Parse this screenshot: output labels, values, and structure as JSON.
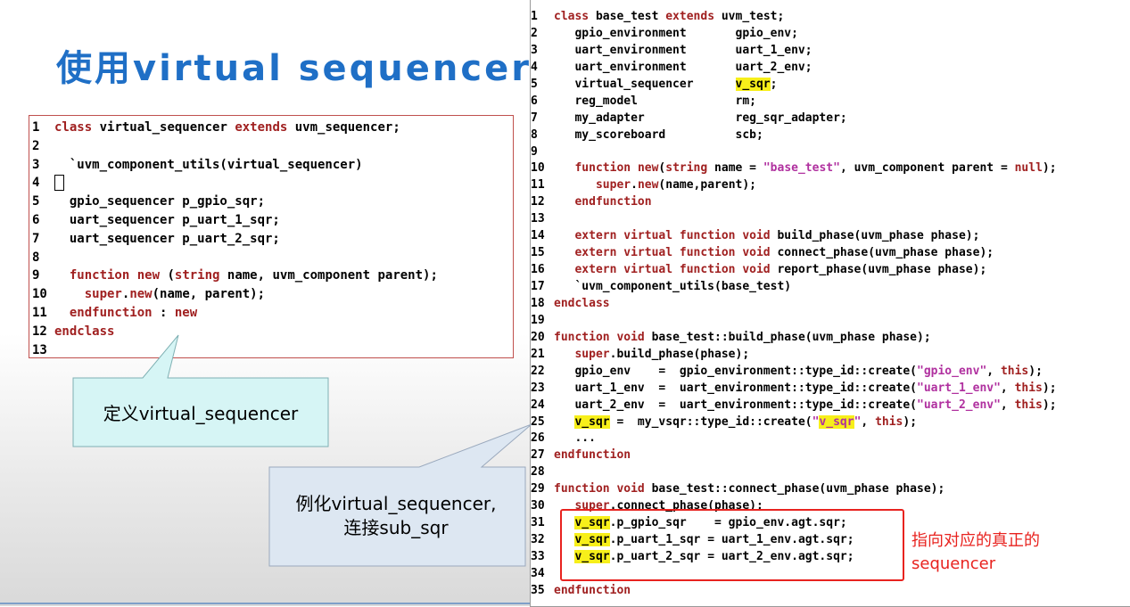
{
  "slide": {
    "title": "使用virtual sequencer"
  },
  "left_code": {
    "lines": [
      {
        "n": "1",
        "parts": [
          {
            "t": "class",
            "c": "kw"
          },
          {
            "t": " virtual_sequencer "
          },
          {
            "t": "extends",
            "c": "kw"
          },
          {
            "t": " uvm_sequencer;"
          }
        ]
      },
      {
        "n": "2",
        "parts": []
      },
      {
        "n": "3",
        "parts": [
          {
            "t": "  `uvm_component_utils(virtual_sequencer)"
          }
        ]
      },
      {
        "n": "4",
        "parts": [
          {
            "t": "",
            "c": "cursor"
          }
        ]
      },
      {
        "n": "5",
        "parts": [
          {
            "t": "  gpio_sequencer p_gpio_sqr;"
          }
        ]
      },
      {
        "n": "6",
        "parts": [
          {
            "t": "  uart_sequencer p_uart_1_sqr;"
          }
        ]
      },
      {
        "n": "7",
        "parts": [
          {
            "t": "  uart_sequencer p_uart_2_sqr;"
          }
        ]
      },
      {
        "n": "8",
        "parts": []
      },
      {
        "n": "9",
        "parts": [
          {
            "t": "  "
          },
          {
            "t": "function",
            "c": "kw"
          },
          {
            "t": " "
          },
          {
            "t": "new",
            "c": "kw"
          },
          {
            "t": " ("
          },
          {
            "t": "string",
            "c": "kw"
          },
          {
            "t": " name, uvm_component parent);"
          }
        ]
      },
      {
        "n": "10",
        "parts": [
          {
            "t": "    "
          },
          {
            "t": "super",
            "c": "kw"
          },
          {
            "t": "."
          },
          {
            "t": "new",
            "c": "kw"
          },
          {
            "t": "(name, parent);"
          }
        ]
      },
      {
        "n": "11",
        "parts": [
          {
            "t": "  "
          },
          {
            "t": "endfunction",
            "c": "kw"
          },
          {
            "t": " : "
          },
          {
            "t": "new",
            "c": "kw"
          }
        ]
      },
      {
        "n": "12",
        "parts": [
          {
            "t": "endclass",
            "c": "kw"
          }
        ]
      },
      {
        "n": "13",
        "parts": []
      }
    ]
  },
  "right_code": {
    "lines": [
      {
        "n": "1",
        "parts": [
          {
            "t": "class",
            "c": "kw"
          },
          {
            "t": " base_test "
          },
          {
            "t": "extends",
            "c": "kw"
          },
          {
            "t": " uvm_test;"
          }
        ]
      },
      {
        "n": "2",
        "parts": [
          {
            "t": "   gpio_environment       gpio_env;"
          }
        ]
      },
      {
        "n": "3",
        "parts": [
          {
            "t": "   uart_environment       uart_1_env;"
          }
        ]
      },
      {
        "n": "4",
        "parts": [
          {
            "t": "   uart_environment       uart_2_env;"
          }
        ]
      },
      {
        "n": "5",
        "parts": [
          {
            "t": "   virtual_sequencer      "
          },
          {
            "t": "v_sqr",
            "c": "hl"
          },
          {
            "t": ";"
          }
        ]
      },
      {
        "n": "6",
        "parts": [
          {
            "t": "   reg_model              rm;"
          }
        ]
      },
      {
        "n": "7",
        "parts": [
          {
            "t": "   my_adapter             reg_sqr_adapter;"
          }
        ]
      },
      {
        "n": "8",
        "parts": [
          {
            "t": "   my_scoreboard          scb;"
          }
        ]
      },
      {
        "n": "9",
        "parts": []
      },
      {
        "n": "10",
        "parts": [
          {
            "t": "   "
          },
          {
            "t": "function",
            "c": "kw"
          },
          {
            "t": " "
          },
          {
            "t": "new",
            "c": "kw"
          },
          {
            "t": "("
          },
          {
            "t": "string",
            "c": "kw"
          },
          {
            "t": " name = "
          },
          {
            "t": "\"base_test\"",
            "c": "str"
          },
          {
            "t": ", uvm_component parent = "
          },
          {
            "t": "null",
            "c": "kw"
          },
          {
            "t": ");"
          }
        ]
      },
      {
        "n": "11",
        "parts": [
          {
            "t": "      "
          },
          {
            "t": "super",
            "c": "kw"
          },
          {
            "t": "."
          },
          {
            "t": "new",
            "c": "kw"
          },
          {
            "t": "(name,parent);"
          }
        ]
      },
      {
        "n": "12",
        "parts": [
          {
            "t": "   "
          },
          {
            "t": "endfunction",
            "c": "kw"
          }
        ]
      },
      {
        "n": "13",
        "parts": []
      },
      {
        "n": "14",
        "parts": [
          {
            "t": "   "
          },
          {
            "t": "extern virtual function void",
            "c": "kw"
          },
          {
            "t": " build_phase(uvm_phase phase);"
          }
        ]
      },
      {
        "n": "15",
        "parts": [
          {
            "t": "   "
          },
          {
            "t": "extern virtual function void",
            "c": "kw"
          },
          {
            "t": " connect_phase(uvm_phase phase);"
          }
        ]
      },
      {
        "n": "16",
        "parts": [
          {
            "t": "   "
          },
          {
            "t": "extern virtual function void",
            "c": "kw"
          },
          {
            "t": " report_phase(uvm_phase phase);"
          }
        ]
      },
      {
        "n": "17",
        "parts": [
          {
            "t": "   `uvm_component_utils(base_test)"
          }
        ]
      },
      {
        "n": "18",
        "parts": [
          {
            "t": "endclass",
            "c": "kw"
          }
        ]
      },
      {
        "n": "19",
        "parts": []
      },
      {
        "n": "20",
        "parts": [
          {
            "t": "function",
            "c": "kw"
          },
          {
            "t": " "
          },
          {
            "t": "void",
            "c": "kw"
          },
          {
            "t": " base_test::build_phase(uvm_phase phase);"
          }
        ]
      },
      {
        "n": "21",
        "parts": [
          {
            "t": "   "
          },
          {
            "t": "super",
            "c": "kw"
          },
          {
            "t": ".build_phase(phase);"
          }
        ]
      },
      {
        "n": "22",
        "parts": [
          {
            "t": "   gpio_env    =  gpio_environment::type_id::create("
          },
          {
            "t": "\"gpio_env\"",
            "c": "str"
          },
          {
            "t": ", "
          },
          {
            "t": "this",
            "c": "kw"
          },
          {
            "t": ");"
          }
        ]
      },
      {
        "n": "23",
        "parts": [
          {
            "t": "   uart_1_env  =  uart_environment::type_id::create("
          },
          {
            "t": "\"uart_1_env\"",
            "c": "str"
          },
          {
            "t": ", "
          },
          {
            "t": "this",
            "c": "kw"
          },
          {
            "t": ");"
          }
        ]
      },
      {
        "n": "24",
        "parts": [
          {
            "t": "   uart_2_env  =  uart_environment::type_id::create("
          },
          {
            "t": "\"uart_2_env\"",
            "c": "str"
          },
          {
            "t": ", "
          },
          {
            "t": "this",
            "c": "kw"
          },
          {
            "t": ");"
          }
        ]
      },
      {
        "n": "25",
        "parts": [
          {
            "t": "   "
          },
          {
            "t": "v_sqr",
            "c": "hl"
          },
          {
            "t": " =  my_vsqr::type_id::create("
          },
          {
            "t": "\"",
            "c": "str"
          },
          {
            "t": "v_sqr",
            "c": "hl str"
          },
          {
            "t": "\"",
            "c": "str"
          },
          {
            "t": ", "
          },
          {
            "t": "this",
            "c": "kw"
          },
          {
            "t": ");"
          }
        ]
      },
      {
        "n": "26",
        "parts": [
          {
            "t": "   ..."
          }
        ]
      },
      {
        "n": "27",
        "parts": [
          {
            "t": "endfunction",
            "c": "kw"
          }
        ]
      },
      {
        "n": "28",
        "parts": []
      },
      {
        "n": "29",
        "parts": [
          {
            "t": "function",
            "c": "kw"
          },
          {
            "t": " "
          },
          {
            "t": "void",
            "c": "kw"
          },
          {
            "t": " base_test::connect_phase(uvm_phase phase);"
          }
        ]
      },
      {
        "n": "30",
        "parts": [
          {
            "t": "   "
          },
          {
            "t": "super",
            "c": "kw"
          },
          {
            "t": ".connect_phase(phase);"
          }
        ]
      },
      {
        "n": "31",
        "parts": [
          {
            "t": "   "
          },
          {
            "t": "v_sqr",
            "c": "hl"
          },
          {
            "t": ".p_gpio_sqr    = gpio_env.agt.sqr;"
          }
        ]
      },
      {
        "n": "32",
        "parts": [
          {
            "t": "   "
          },
          {
            "t": "v_sqr",
            "c": "hl"
          },
          {
            "t": ".p_uart_1_sqr = uart_1_env.agt.sqr;"
          }
        ]
      },
      {
        "n": "33",
        "parts": [
          {
            "t": "   "
          },
          {
            "t": "v_sqr",
            "c": "hl"
          },
          {
            "t": ".p_uart_2_sqr = uart_2_env.agt.sqr;"
          }
        ]
      },
      {
        "n": "34",
        "parts": []
      },
      {
        "n": "35",
        "parts": [
          {
            "t": "endfunction",
            "c": "kw"
          }
        ]
      }
    ]
  },
  "callouts": {
    "define": "定义virtual_sequencer",
    "instantiate_line1": "例化virtual_sequencer,",
    "instantiate_line2": "连接sub_sqr"
  },
  "note": {
    "line1": "指向对应的真正的",
    "line2": "sequencer"
  },
  "colors": {
    "title": "#1f6fc6",
    "keyword": "#a02020",
    "string": "#b0309f",
    "highlight": "#f7ef1a",
    "note_red": "#e8231f",
    "callout_fill_1": "#d6f5f5",
    "callout_fill_2": "#dde7f2"
  }
}
